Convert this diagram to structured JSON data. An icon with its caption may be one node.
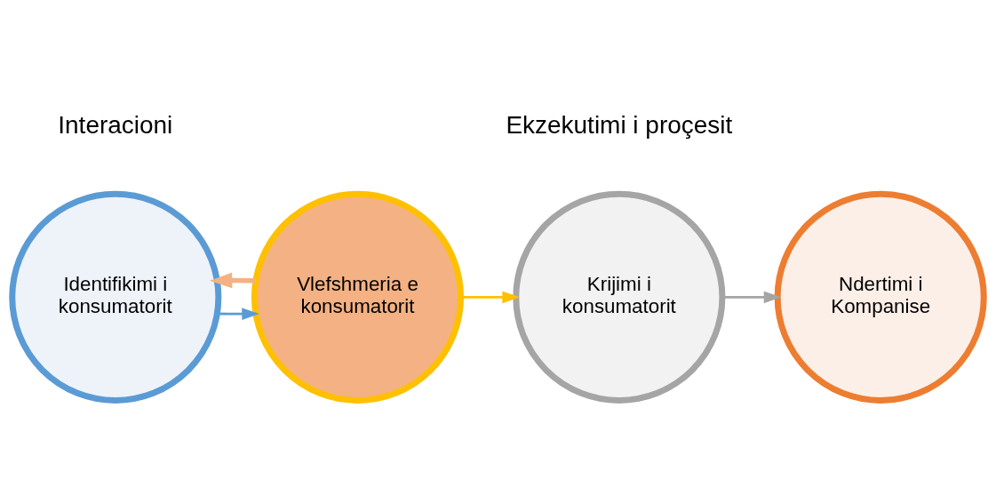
{
  "diagram": {
    "nodes": [
      {
        "text": [
          "Identifikimi i konsumatorit"
        ]
      },
      {
        "text": [
          "Vlefshmeria e konsumatorit"
        ]
      },
      {
        "text": [
          "Krijimi i konsumatorit"
        ]
      },
      {
        "text": [
          "Ndertimi i Kompanise"
        ]
      }
    ],
    "edges": [
      {
        "from": 0,
        "to": 1,
        "arrow": "to",
        "color": "#5b9bd5"
      },
      {
        "from": 1,
        "to": 2,
        "arrow": "to",
        "color": "#ffc000"
      },
      {
        "from": 2,
        "to": 3,
        "arrow": "to",
        "color": "#a5a5a5"
      },
      {
        "from": 1,
        "to": 0,
        "arrow": "to",
        "style": "thick",
        "color": "#f4b183"
      }
    ],
    "labels": [
      "Interacioni",
      "Ekzekutimi i proçesit"
    ]
  }
}
